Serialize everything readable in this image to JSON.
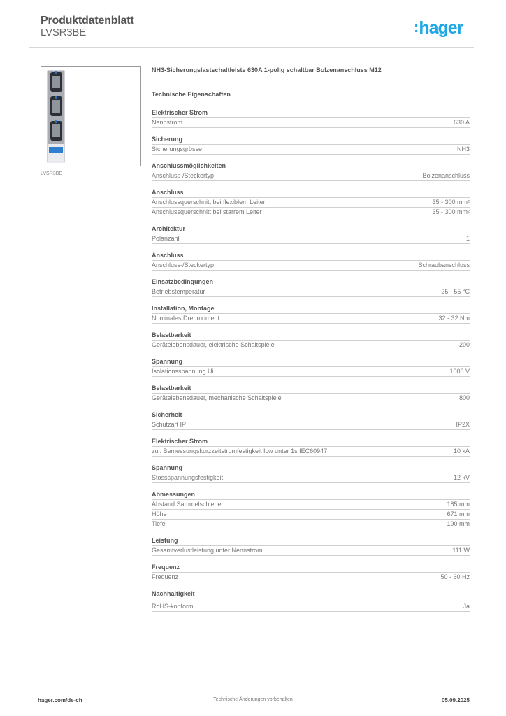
{
  "header": {
    "title": "Produktdatenblatt",
    "subtitle": "LVSR3BE",
    "logo": ":hager",
    "logo_color": "#1ea8e6"
  },
  "image": {
    "caption": "LVSR3BE"
  },
  "product": {
    "title": "NH3-Sicherungslastschaltleiste 630A 1-polig schaltbar Bolzenanschluss M12",
    "section_title": "Technische Eigenschaften"
  },
  "groups": [
    {
      "title": "Elektrischer Strom",
      "rows": [
        {
          "label": "Nennstrom",
          "value": "630 A"
        }
      ]
    },
    {
      "title": "Sicherung",
      "rows": [
        {
          "label": "Sicherungsgrösse",
          "value": "NH3"
        }
      ]
    },
    {
      "title": "Anschlussmöglichkeiten",
      "rows": [
        {
          "label": "Anschluss-/Steckertyp",
          "value": "Bolzenanschluss"
        }
      ]
    },
    {
      "title": "Anschluss",
      "rows": [
        {
          "label": "Anschlussquerschnitt bei flexiblem Leiter",
          "value": "35 - 300 mm²"
        },
        {
          "label": "Anschlussquerschnitt bei starrem Leiter",
          "value": "35 - 300 mm²"
        }
      ]
    },
    {
      "title": "Architektur",
      "rows": [
        {
          "label": "Polanzahl",
          "value": "1"
        }
      ]
    },
    {
      "title": "Anschluss",
      "rows": [
        {
          "label": "Anschluss-/Steckertyp",
          "value": "Schraubanschluss"
        }
      ]
    },
    {
      "title": "Einsatzbedingungen",
      "rows": [
        {
          "label": "Betriebstemperatur",
          "value": "-25 - 55 °C"
        }
      ]
    },
    {
      "title": "Installation, Montage",
      "rows": [
        {
          "label": "Nominales Drehmoment",
          "value": "32 - 32 Nm"
        }
      ]
    },
    {
      "title": "Belastbarkeit",
      "rows": [
        {
          "label": "Gerätelebensdauer, elektrische Schaltspiele",
          "value": "200"
        }
      ]
    },
    {
      "title": "Spannung",
      "rows": [
        {
          "label": "Isolationsspannung Ui",
          "value": "1000 V"
        }
      ]
    },
    {
      "title": "Belastbarkeit",
      "rows": [
        {
          "label": "Gerätelebensdauer, mechanische Schaltspiele",
          "value": "800"
        }
      ]
    },
    {
      "title": "Sicherheit",
      "rows": [
        {
          "label": "Schutzart IP",
          "value": "IP2X"
        }
      ]
    },
    {
      "title": "Elektrischer Strom",
      "rows": [
        {
          "label": "zul. Bemessungskurzzeitstromfestigkeit Icw unter 1s IEC60947",
          "value": "10 kA"
        }
      ]
    },
    {
      "title": "Spannung",
      "rows": [
        {
          "label": "Stossspannungsfestigkeit",
          "value": "12 kV"
        }
      ]
    },
    {
      "title": "Abmessungen",
      "rows": [
        {
          "label": "Abstand Sammelschienen",
          "value": "185 mm"
        },
        {
          "label": "Höhe",
          "value": "671 mm"
        },
        {
          "label": "Tiefe",
          "value": "190 mm"
        }
      ]
    },
    {
      "title": "Leistung",
      "rows": [
        {
          "label": "Gesamtverlustleistung unter Nennstrom",
          "value": "111 W"
        }
      ]
    },
    {
      "title": "Frequenz",
      "rows": [
        {
          "label": "Frequenz",
          "value": "50 - 60 Hz"
        }
      ]
    },
    {
      "title": "Nachhaltigkeit",
      "rows": [
        {
          "label": "RoHS-konform",
          "value": "Ja"
        }
      ]
    }
  ],
  "footer": {
    "left": "hager.com/de-ch",
    "center": "Technische Änderungen vorbehalten",
    "right": "05.09.2025"
  }
}
